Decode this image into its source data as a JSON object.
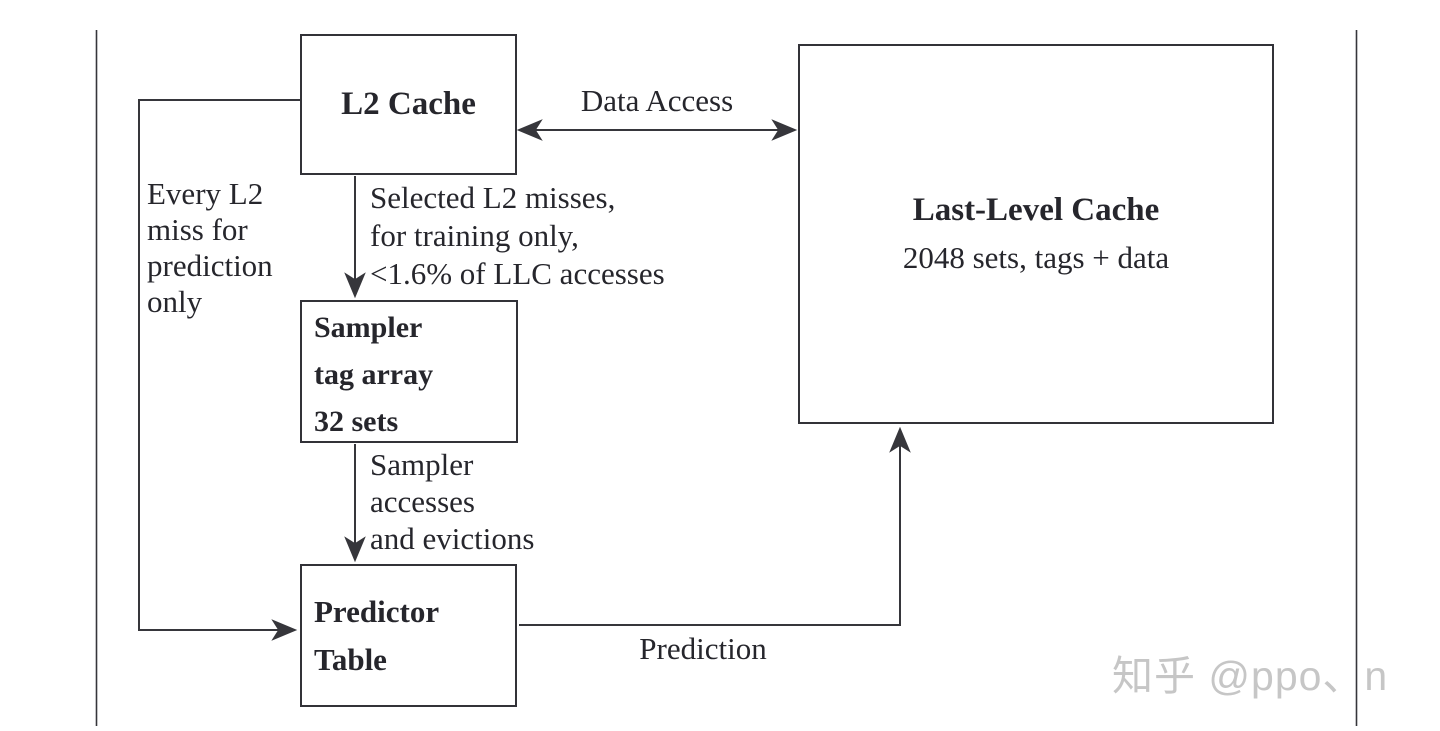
{
  "colors": {
    "line": "#36363b",
    "box_border": "#323238",
    "text": "#26262c",
    "watermark": "#c6c6c6",
    "background": "#ffffff"
  },
  "boxes": {
    "l2_cache": {
      "title": "L2 Cache"
    },
    "last_level_cache": {
      "title": "Last-Level Cache",
      "subtitle": "2048 sets, tags + data"
    },
    "sampler": {
      "text": "Sampler\ntag array\n32 sets"
    },
    "predictor_table": {
      "text": "Predictor\nTable"
    }
  },
  "edge_labels": {
    "data_access": "Data Access",
    "every_l2_miss": "Every L2\nmiss for\nprediction\nonly",
    "selected_l2_misses": "Selected L2 misses,\nfor training only,\n<1.6% of LLC accesses",
    "sampler_accesses": "Sampler\naccesses\nand evictions",
    "prediction": "Prediction"
  },
  "watermark": {
    "text": "知乎 @ppo、n"
  }
}
